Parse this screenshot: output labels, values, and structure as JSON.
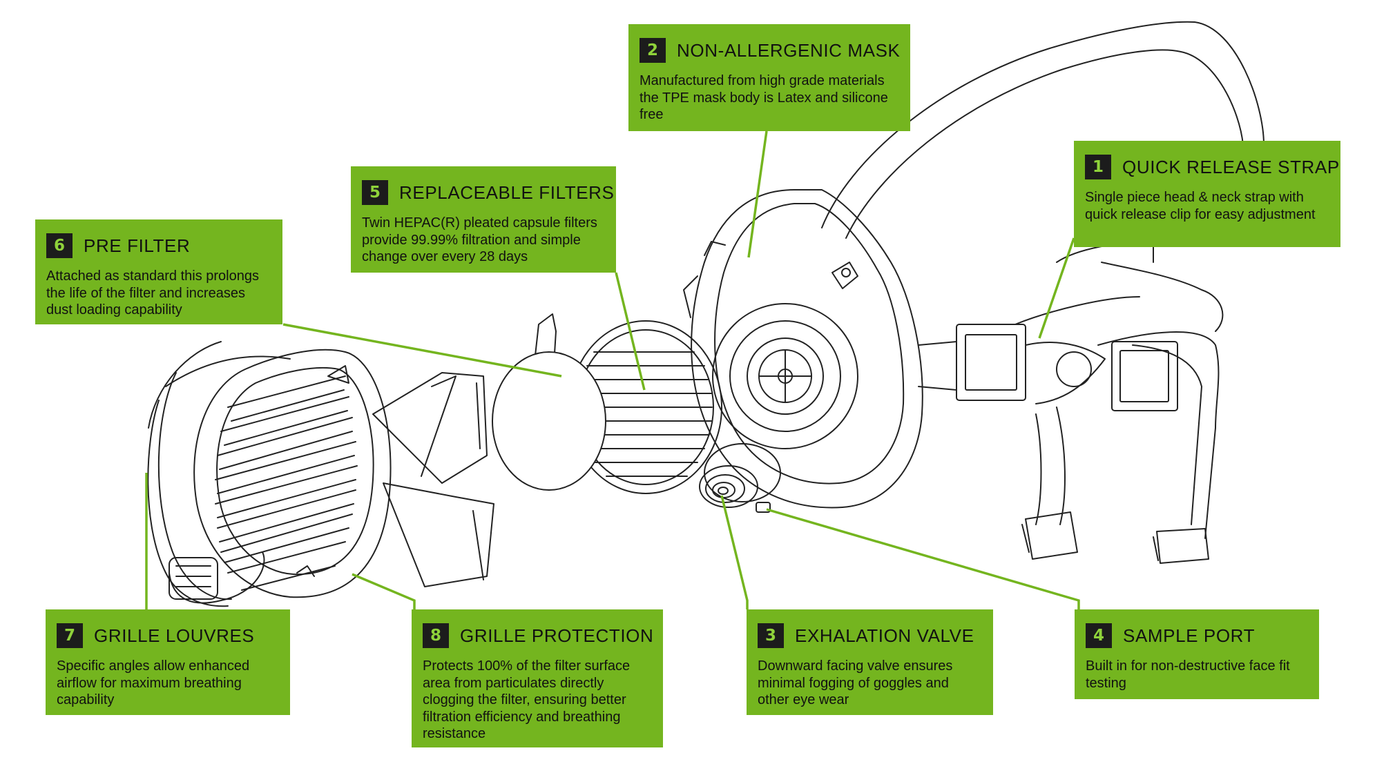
{
  "callouts": {
    "pre_filter": {
      "number": "6",
      "title": "PRE FILTER",
      "description": "Attached as standard this prolongs the life of the filter and increases dust loading capability"
    },
    "replaceable_filters": {
      "number": "5",
      "title": "REPLACEABLE FILTERS",
      "description": "Twin HEPAC(R) pleated capsule filters provide 99.99% filtration and simple change over every 28 days"
    },
    "non_allergenic_mask": {
      "number": "2",
      "title": "NON-ALLERGENIC MASK",
      "description": "Manufactured from high grade materials the TPE mask body is Latex and silicone free"
    },
    "quick_release_strap": {
      "number": "1",
      "title": "QUICK RELEASE STRAP",
      "description": "Single piece head & neck strap with quick release clip for easy adjustment"
    },
    "grille_louvres": {
      "number": "7",
      "title": "GRILLE LOUVRES",
      "description": "Specific angles allow enhanced airflow for maximum breathing capability"
    },
    "grille_protection": {
      "number": "8",
      "title": "GRILLE PROTECTION",
      "description": "Protects 100% of the filter surface area from particulates directly clogging the filter, ensuring better filtration efficiency and breathing resistance"
    },
    "exhalation_valve": {
      "number": "3",
      "title": "EXHALATION VALVE",
      "description": "Downward facing valve ensures minimal fogging of goggles and other eye wear"
    },
    "sample_port": {
      "number": "4",
      "title": "SAMPLE PORT",
      "description": "Built in for non-destructive face fit testing"
    }
  },
  "colors": {
    "callout_bg": "#74b51f",
    "leader_line": "#74b51f",
    "number_badge": "#1c1c1c",
    "drawing_stroke": "#222222"
  }
}
